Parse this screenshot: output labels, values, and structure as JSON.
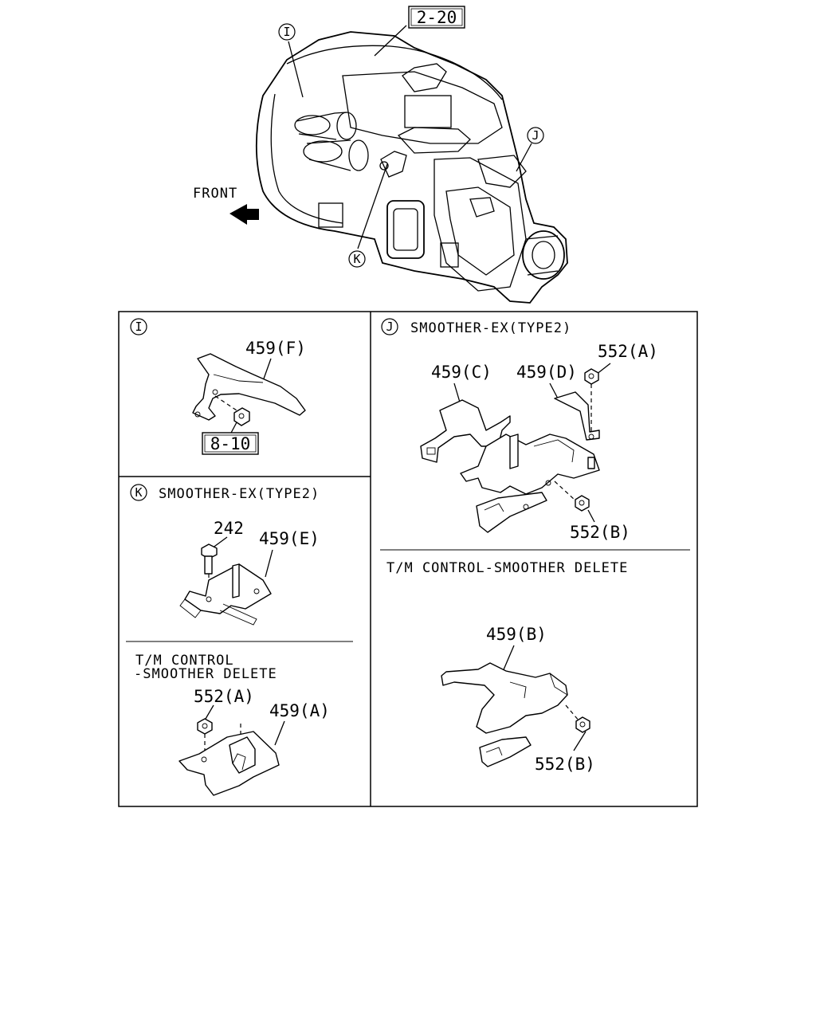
{
  "overview": {
    "ref_box": "2-20",
    "front_label": "FRONT",
    "callouts": [
      "I",
      "J",
      "K"
    ]
  },
  "panels": {
    "I": {
      "marker": "I",
      "part": "459(F)",
      "ref_box": "8-10"
    },
    "J": {
      "marker": "J",
      "title": "SMOOTHER-EX(TYPE2)",
      "parts": [
        "459(C)",
        "459(D)",
        "552(A)",
        "552(B)"
      ],
      "subtitle": "T/M CONTROL-SMOOTHER DELETE",
      "sub_parts": [
        "459(B)",
        "552(B)"
      ]
    },
    "K": {
      "marker": "K",
      "title": "SMOOTHER-EX(TYPE2)",
      "parts": [
        "242",
        "459(E)"
      ],
      "subtitle_line1": "T/M CONTROL",
      "subtitle_line2": "-SMOOTHER DELETE",
      "sub_parts": [
        "552(A)",
        "459(A)"
      ]
    }
  }
}
